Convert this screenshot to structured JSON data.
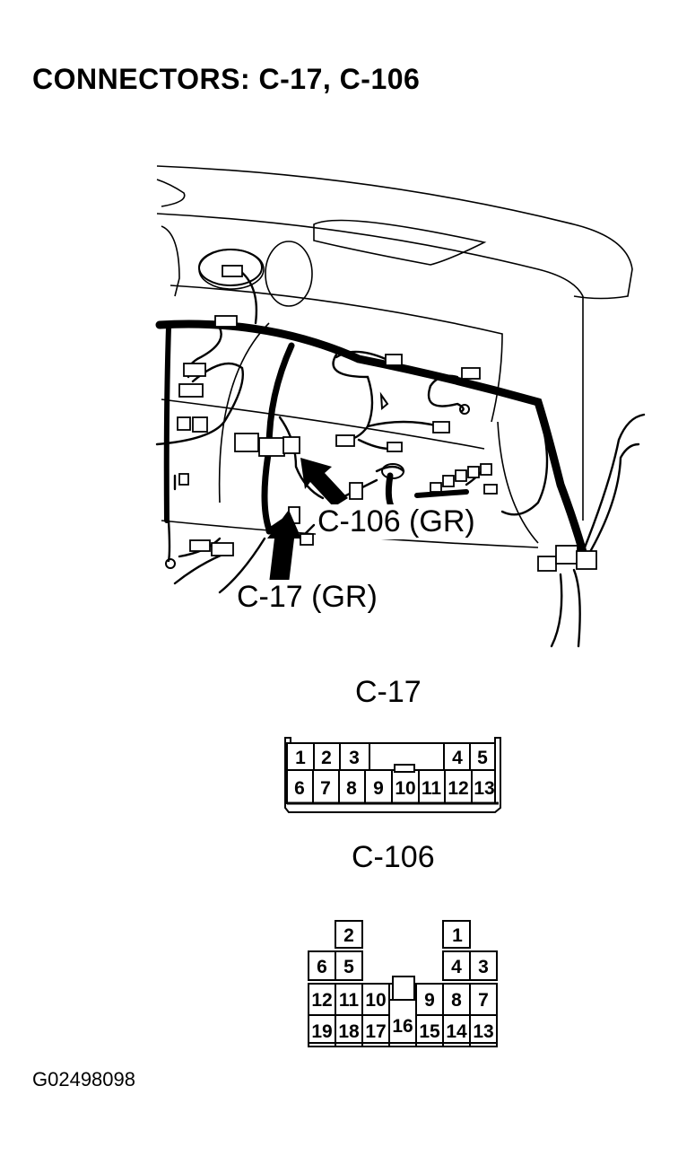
{
  "title": "CONNECTORS: C-17, C-106",
  "callouts": {
    "c106": "C-106 (GR)",
    "c17": "C-17 (GR)"
  },
  "connector_c17": {
    "label": "C-17",
    "top_row": [
      "1",
      "2",
      "3",
      "4",
      "5"
    ],
    "bottom_row": [
      "6",
      "7",
      "8",
      "9",
      "10",
      "11",
      "12",
      "13"
    ]
  },
  "connector_c106": {
    "label": "C-106",
    "pins": [
      "1",
      "2",
      "3",
      "4",
      "5",
      "6",
      "7",
      "8",
      "9",
      "10",
      "11",
      "12",
      "13",
      "14",
      "15",
      "16",
      "17",
      "18",
      "19"
    ]
  },
  "figure_code": "G02498098"
}
